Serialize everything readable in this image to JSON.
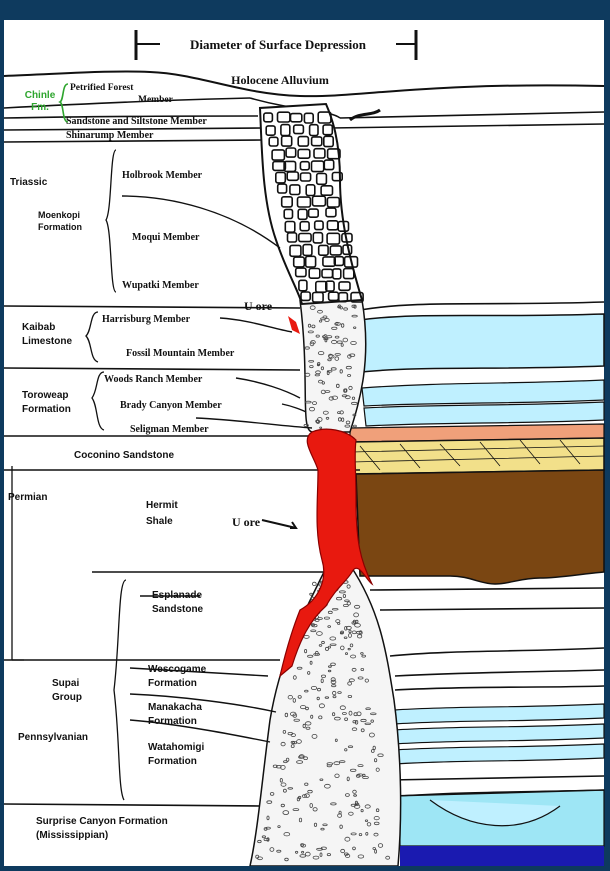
{
  "header": {
    "diameter_label": "Diameter of Surface Depression"
  },
  "surface": {
    "alluvium": "Holocene Alluvium"
  },
  "left_labels": {
    "chinle": "Chinle",
    "chinle_fm": "Fm.",
    "triassic": "Triassic",
    "moenkopi": "Moenkopi",
    "moenkopi_formation": "Formation",
    "kaibab": "Kaibab",
    "kaibab_limestone": "Limestone",
    "toroweap": "Toroweap",
    "toroweap_formation": "Formation",
    "permian": "Permian",
    "supai": "Supai",
    "supai_group": "Group",
    "pennsylvanian": "Pennsylvanian"
  },
  "members": {
    "petrified_forest": "Petrified Forest",
    "petrified_forest_2": "Member",
    "sandstone_siltstone": "Sandstone and Siltstone Member",
    "shinarump": "Shinarump Member",
    "holbrook": "Holbrook Member",
    "moqui": "Moqui Member",
    "wupatki": "Wupatki Member",
    "harrisburg": "Harrisburg Member",
    "fossil_mountain": "Fossil Mountain Member",
    "woods_ranch": "Woods Ranch Member",
    "brady_canyon": "Brady Canyon Member",
    "seligman": "Seligman Member",
    "coconino": "Coconino Sandstone",
    "hermit_1": "Hermit",
    "hermit_2": "Shale",
    "esplanade_1": "Esplanade",
    "esplanade_2": "Sandstone",
    "wescogame_1": "Wescogame",
    "wescogame_2": "Formation",
    "manakacha_1": "Manakacha",
    "manakacha_2": "Formation",
    "watahomigi_1": "Watahomigi",
    "watahomigi_2": "Formation",
    "surprise_1": "Surprise Canyon Formation",
    "surprise_2": "(Mississippian)"
  },
  "ore_labels": {
    "upper": "U ore",
    "lower": "U ore"
  },
  "colors": {
    "frame": "#0e3a5e",
    "ore": "#e8190f",
    "aqua": "#bff0ff",
    "salmon": "#f0a07a",
    "tan": "#f2e08a",
    "brown": "#7a4612",
    "deep_blue": "#1a1ab0"
  }
}
